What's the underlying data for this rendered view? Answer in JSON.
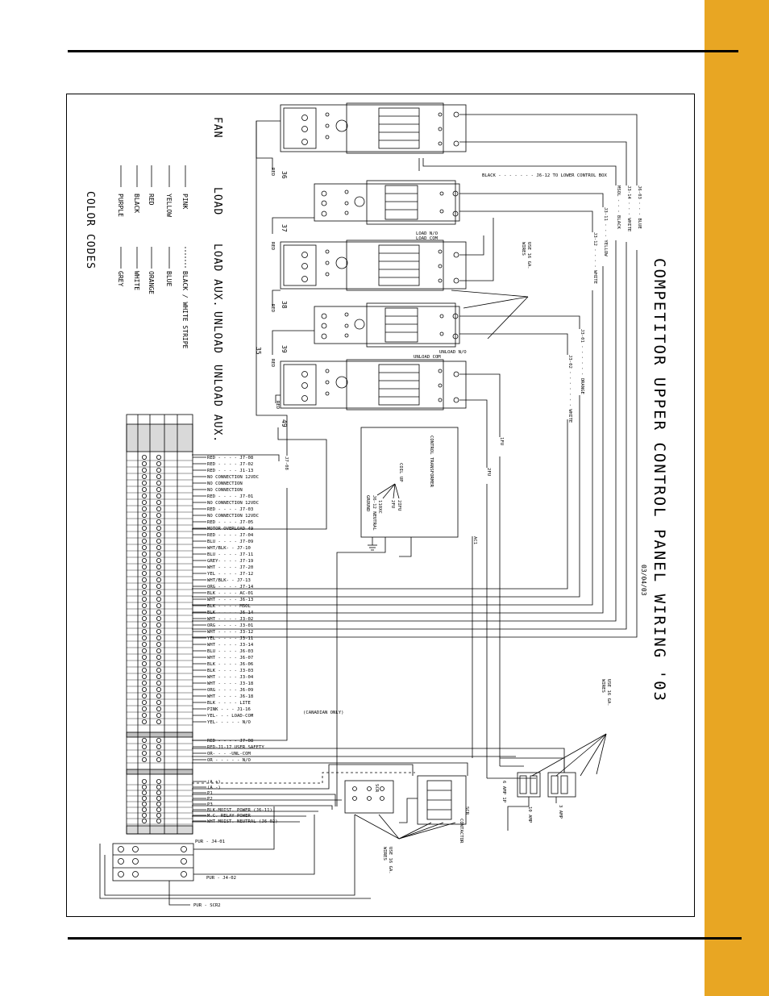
{
  "title": "COMPETITOR UPPER CONTROL PANEL WIRING '03",
  "date_code": "03/04/03",
  "motor_labels": [
    "FAN",
    "LOAD",
    "LOAD AUX.",
    "UNLOAD",
    "UNLOAD AUX."
  ],
  "color_codes": {
    "title": "COLOR CODES",
    "items": [
      {
        "name": "PINK",
        "dash": false
      },
      {
        "name": "BLACK / WHITE STRIPE",
        "dash": true
      },
      {
        "name": "YELLOW",
        "dash": false
      },
      {
        "name": "BLUE",
        "dash": false
      },
      {
        "name": "RED",
        "dash": false
      },
      {
        "name": "ORANGE",
        "dash": false
      },
      {
        "name": "BLACK",
        "dash": false
      },
      {
        "name": "WHITE",
        "dash": false
      },
      {
        "name": "PURPLE",
        "dash": false
      },
      {
        "name": "GREY",
        "dash": false
      }
    ]
  },
  "contactor_numbers": [
    "36",
    "37",
    "38",
    "39",
    "35",
    "49"
  ],
  "contactor_tags": [
    "RED",
    "RED",
    "RED",
    "RED",
    "RED"
  ],
  "top_labels": {
    "black_lower": "BLACK - - - - - - - J6-12 TO LOWER CONTROL BOX",
    "load_no": "LOAD N/O",
    "load_com": "LOAD COM",
    "unload_no": "UNLOAD N/O",
    "unload_com": "UNLOAD COM",
    "use16_top": [
      "USE 16 GA.",
      "WIRES"
    ]
  },
  "right_wires": [
    "J6-03 - - - BLUE",
    "J3-14 - - - WHITE",
    "MSOL - - - BLACK",
    "J3-11 - - - YELLOW",
    "J3-12 - - - - WHITE",
    "J3-01 - - - - - - ORANGE",
    "J3-02 - - - - - - - WHITE",
    "1FU",
    "2FU",
    "AC1"
  ],
  "transformer": {
    "title": "CONTROL TRANSFORMER",
    "coil": "COIL UP",
    "taps": [
      "J6-12 NEUTRAL",
      "GROUND",
      "110XC",
      "2FU",
      "2IFU"
    ]
  },
  "j708": "J7-08",
  "terminal_lines": [
    "RED - - - - J7-08",
    "RED - - - - J7-02",
    "RED - - - - J1-13",
    "NO CONNECTION 12VDC",
    "NO CONNECTION",
    "NO CONNECTION",
    "RED - - - - J7-01",
    "NO CONNECTION 12VDC",
    "RED - - - - J7-03",
    "NO CONNECTION 12VDC",
    "RED - - - - J7-05",
    "MOTOR OVERLOAD 49",
    "RED - - - - J7-04",
    "BLU - - - - J7-09",
    "WHT/BLK- - J7-10",
    "BLU - - - - J7-11",
    "GREY- - - - J7-19",
    "WHT - - - - J7-20",
    "YEL - - - - J7-12",
    "WHT/BLK- - J7-13",
    "ORG - - - - J7-14",
    "BLK - - - - AC-01",
    "WHT - - - - J6-13",
    "BLK - - - - MSOL",
    "BLK - - - - J6-14",
    "WHT - - - - J3-02",
    "ORG - - - - J3-01",
    "WHT - - - - J3-12",
    "YEL - - - - J3-11",
    "WHT - - - - J3-14",
    "BLU - - - - J6-03",
    "WHT - - - - J6-07",
    "BLK - - - - J6-06",
    "BLK - - - - J3-03",
    "WHT - - - - J3-04",
    "WHT - - - - J3-18",
    "ORG - - - - J6-09",
    "WHT - - - - J6-18",
    "BLK - - - - LITE",
    "PINK - - - J1-16",
    "YEL- - - LOAD-COM",
    "YEL- - - - - N/O"
  ],
  "canadian": "(CANADIAN ONLY)",
  "terminal_lines_2": [
    "RED - - - - J7-08",
    "RED-J1-17  USER SAFETY",
    "OR- - - -UNL-COM",
    "OR - - - - - N/O"
  ],
  "terminal_lines_3": [
    "(A +)",
    "(A -)",
    "P1",
    "P2",
    "P3",
    "BLK-MOIST. POWER (J6-11)",
    "M.C. RELAY POWER",
    "WHT-MOIST. NEUTRAL (J6-02)"
  ],
  "bottom_labels": {
    "pur_j401": "PUR - J4-01",
    "pur_j402": "PUR - J4-02",
    "pur_scr2": "PUR - SCR2",
    "use16_right": [
      "USE 16 GA.",
      "WIRES"
    ],
    "use16_bottom": [
      "USE 16 GA.",
      "WIRES"
    ],
    "scr_contactor": [
      "SCR",
      "CONTACTOR"
    ],
    "fuses": [
      "6 AMP 1P",
      "10 AMP",
      "3 AMP"
    ],
    "scr_box": [
      "SCR",
      "BOARD"
    ]
  }
}
